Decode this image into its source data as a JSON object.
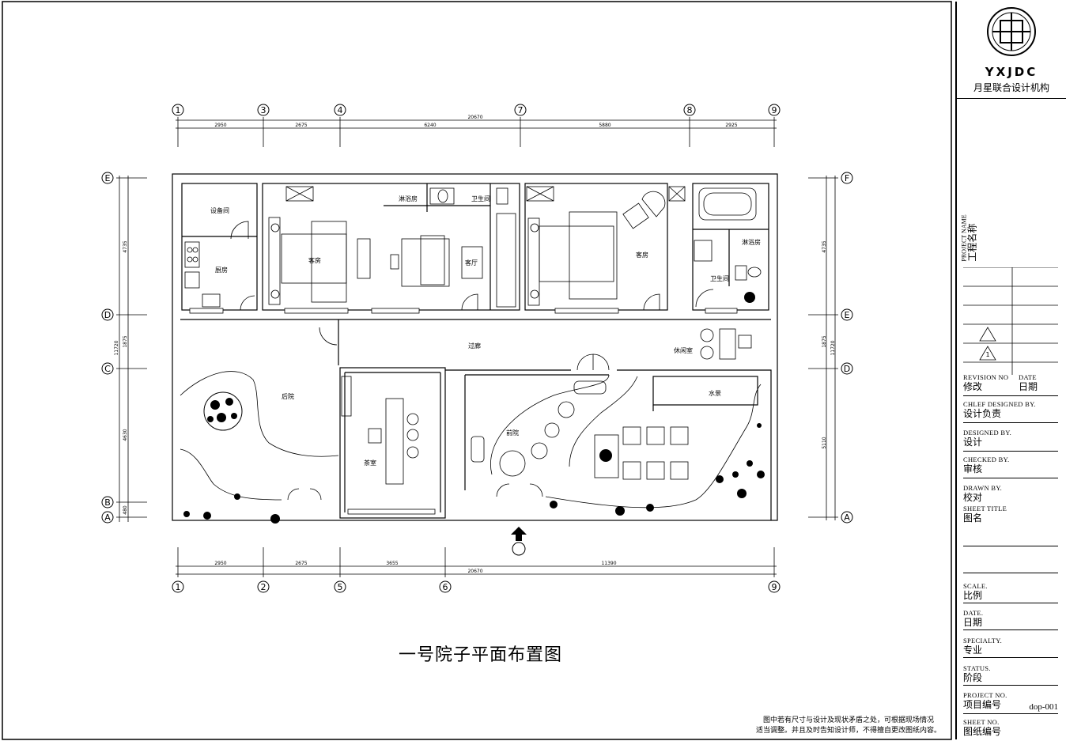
{
  "drawing_title": "一号院子平面布置图",
  "axes_top": [
    "1",
    "3",
    "4",
    "7",
    "8",
    "9"
  ],
  "dims_top": [
    "2950",
    "2675",
    "6240",
    "5880",
    "2925"
  ],
  "dim_top_total": "20670",
  "axes_bottom": [
    "1",
    "2",
    "5",
    "6",
    "9"
  ],
  "dims_bottom": [
    "2950",
    "2675",
    "3655",
    "11390"
  ],
  "dim_bottom_total": "20670",
  "axes_left": [
    "E",
    "D",
    "C",
    "B",
    "A"
  ],
  "dims_left": [
    "4735",
    "1875",
    "4630",
    "480"
  ],
  "dim_left_total": "11720",
  "axes_right": [
    "F",
    "E",
    "D",
    "A"
  ],
  "dims_right": [
    "4735",
    "1875",
    "5110"
  ],
  "dim_right_total": "11720",
  "rooms": {
    "equipment": "设备间",
    "kitchen": "厨房",
    "guest1": "客房",
    "shower1": "淋浴房",
    "wc1": "卫生间",
    "living": "客厅",
    "guest2": "客房",
    "shower2": "淋浴房",
    "wc2": "卫生间",
    "corridor": "过廊",
    "lounge": "休闲室",
    "backyard": "后院",
    "tearoom": "茶室",
    "frontyard": "前院",
    "pool": "水景"
  },
  "title_block": {
    "brand": "YXJDC",
    "org": "月星联合设计机构",
    "project_name_en": "PROJECT NAME",
    "project_name_zh": "工程名称",
    "revision_en": "REVISION NO",
    "revision_zh": "修改",
    "date_en": "DATE",
    "date_zh": "日期",
    "chief_en": "CHLEF DESIGNED BY.",
    "chief_zh": "设计负责",
    "designed_en": "DESIGNED BY.",
    "designed_zh": "设计",
    "checked_en": "CHECKED BY.",
    "checked_zh": "审核",
    "drawn_en": "DRAWN BY.",
    "drawn_zh": "校对",
    "sheet_title_en": "SHEET TITLE",
    "sheet_title_zh": "图名",
    "scale_en": "SCALE.",
    "scale_zh": "比例",
    "date2_en": "DATE.",
    "date2_zh": "日期",
    "specialty_en": "SPECIALTY.",
    "specialty_zh": "专业",
    "status_en": "STATUS.",
    "status_zh": "阶段",
    "project_no_en": "PROJECT NO.",
    "project_no_zh": "项目编号",
    "project_no_value": "dop-001",
    "sheet_no_en": "SHEET NO.",
    "sheet_no_zh": "图纸编号",
    "rev_marks": [
      "1"
    ]
  },
  "note_lines": [
    "图中若有尺寸与设计及现状矛盾之处，可根据现场情况",
    "适当调整。并且及时告知设计师，不得擅自更改图纸内容。"
  ]
}
